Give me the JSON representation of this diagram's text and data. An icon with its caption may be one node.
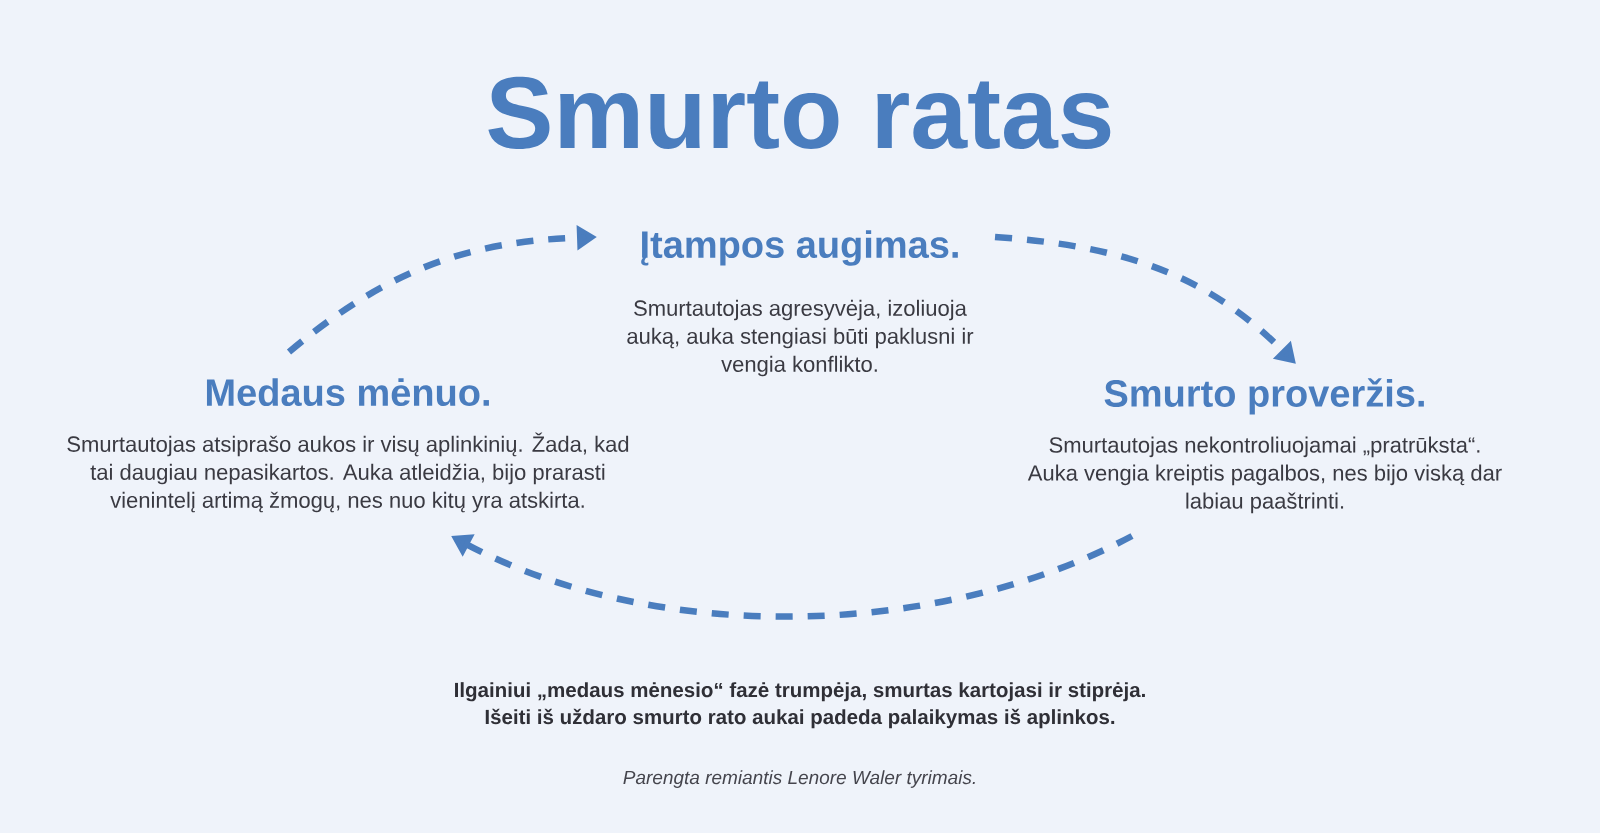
{
  "diagram": {
    "title": "Smurto ratas",
    "nodes": [
      {
        "text": [
          "Įtampos augimas.",
          "Smurtautojas agresyvėja, izoliuoja auką, auka stengiasi būti paklusni ir vengia konflikto."
        ]
      },
      {
        "text": [
          "Medaus mėnuo.",
          "Smurtautojas atsiprašo aukos ir visų aplinkinių. Žada, kad tai daugiau nepasikartos. Auka atleidžia, bijo prarasti vienintelį artimą žmogų, nes nuo kitų yra atskirta."
        ]
      },
      {
        "text": [
          "Smurto proveržis.",
          "Smurtautojas nekontroliuojamai „pratrūksta“. Auka vengia kreiptis pagalbos, nes bijo viską dar labiau paaštrinti."
        ]
      }
    ],
    "edges": [
      {
        "from": 1,
        "to": 0,
        "arrow": "to",
        "style": "dashed"
      },
      {
        "from": 0,
        "to": 2,
        "arrow": "to",
        "style": "dashed"
      },
      {
        "from": 2,
        "to": 1,
        "arrow": "to",
        "style": "dashed"
      }
    ],
    "labels": [
      "Ilgainiui „medaus mėnesio“ fazė trumpėja, smurtas kartojasi ir stiprėja.",
      "Išeiti iš uždaro smurto rato aukai padeda palaikymas iš aplinkos.",
      "Parengta remiantis Lenore Waler tyrimais."
    ]
  }
}
